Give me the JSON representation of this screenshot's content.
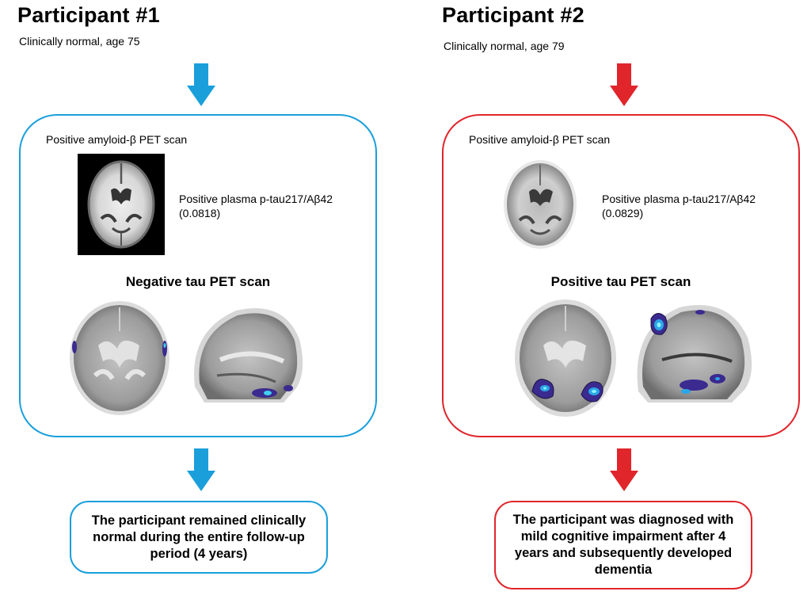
{
  "participants": [
    {
      "title": "Participant #1",
      "subtitle": "Clinically normal, age 75",
      "amyloid_label": "Positive amyloid-β PET scan",
      "plasma_label": "Positive plasma p-tau217/Aβ42",
      "plasma_value": "(0.0818)",
      "tau_title": "Negative tau PET scan",
      "outcome": "The participant remained clinically normal during the entire follow-up period (4 years)",
      "accent_color": "#1a9fdb"
    },
    {
      "title": "Participant #2",
      "subtitle": "Clinically normal, age 79",
      "amyloid_label": "Positive amyloid-β PET scan",
      "plasma_label": "Positive plasma p-tau217/Aβ42",
      "plasma_value": "(0.0829)",
      "tau_title": "Positive tau PET scan",
      "outcome": "The participant was diagnosed with mild cognitive impairment after 4 years and subsequently developed dementia",
      "accent_color": "#e0252b"
    }
  ],
  "icons": {
    "flow_arrow": "down-arrow-icon",
    "amyloid_scan": "amyloid-pet-brain-image",
    "tau_axial": "tau-pet-axial-brain-image",
    "tau_sagittal": "tau-pet-sagittal-brain-image"
  }
}
